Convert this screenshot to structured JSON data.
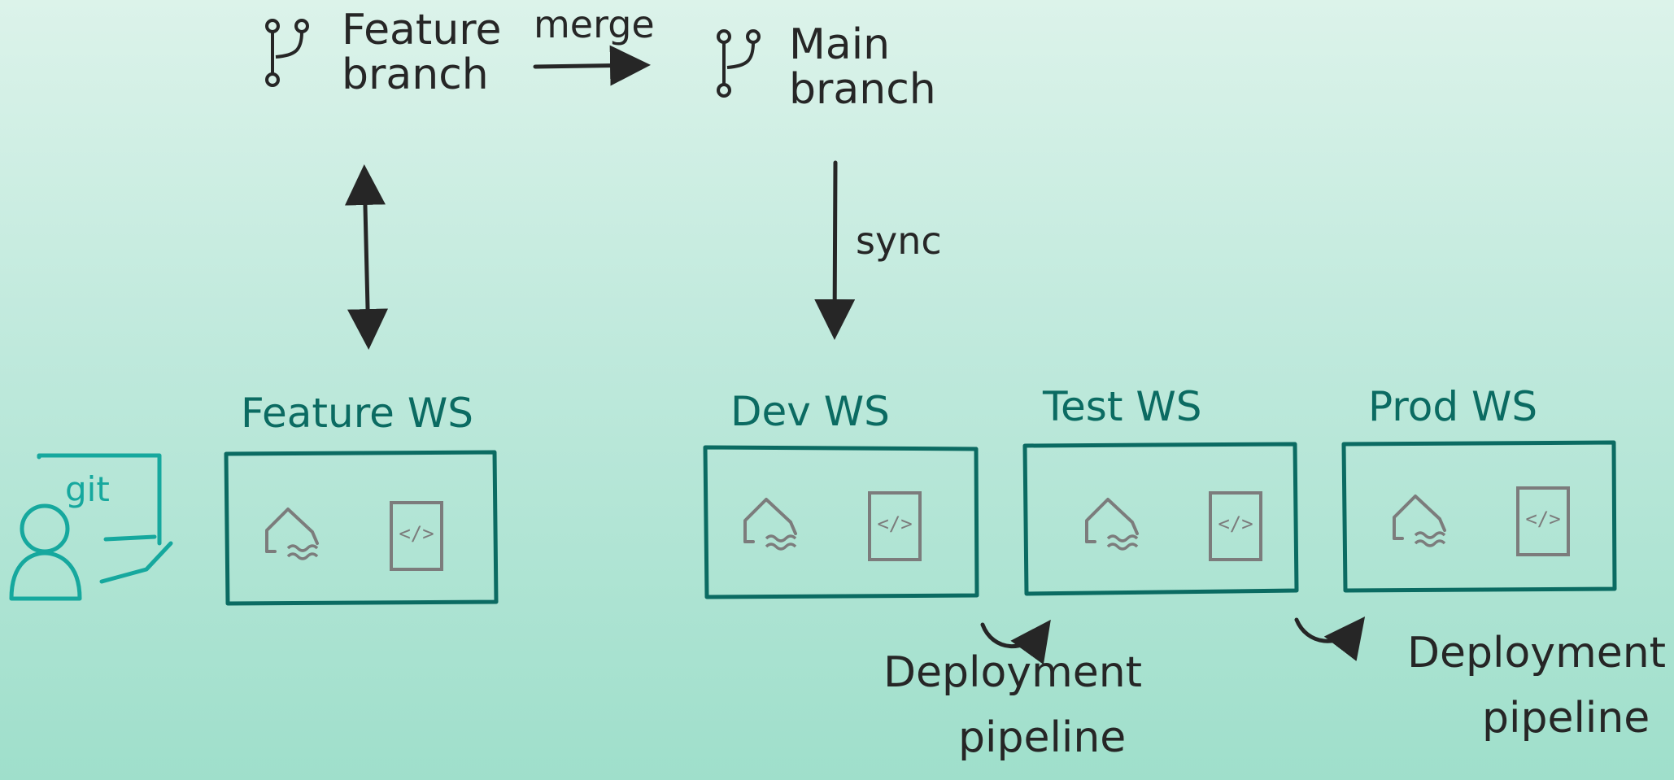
{
  "branches": {
    "feature": {
      "line1": "Feature",
      "line2": "branch",
      "icon": "git-branch-icon"
    },
    "main": {
      "line1": "Main",
      "line2": "branch",
      "icon": "git-branch-icon"
    }
  },
  "edges": {
    "merge_label": "merge",
    "sync_label": "sync"
  },
  "user": {
    "icon": "user-icon",
    "git_label": "git"
  },
  "workspaces": [
    {
      "label": "Feature WS",
      "icons": [
        "lakehouse-icon",
        "code-file-icon"
      ]
    },
    {
      "label": "Dev WS",
      "icons": [
        "lakehouse-icon",
        "code-file-icon"
      ]
    },
    {
      "label": "Test WS",
      "icons": [
        "lakehouse-icon",
        "code-file-icon"
      ]
    },
    {
      "label": "Prod WS",
      "icons": [
        "lakehouse-icon",
        "code-file-icon"
      ]
    }
  ],
  "pipelines": [
    {
      "line1": "Deployment",
      "line2": "pipeline"
    },
    {
      "line1": "Deployment",
      "line2": "pipeline"
    }
  ],
  "colors": {
    "ink_dark": "#262626",
    "teal_dark": "#0b6b62",
    "teal_user": "#16a89e",
    "icon_gray": "#7c7c7c"
  }
}
